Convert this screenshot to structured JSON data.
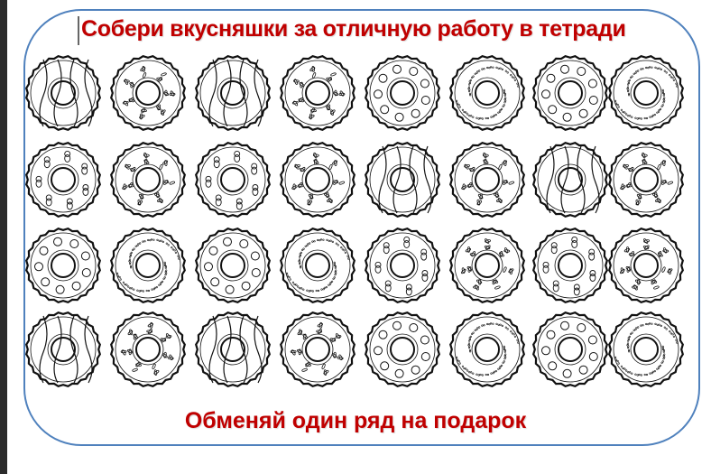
{
  "title": "Собери вкусняшки за отличную работу в тетради",
  "footer": "Обменяй один ряд на подарок",
  "colors": {
    "text": "#c00000",
    "frame": "#4f81bd"
  },
  "donut_grid": [
    [
      "striped",
      "sprinkles",
      "striped",
      "sprinkles",
      "dots",
      "speckled",
      "dots",
      "speckled"
    ],
    [
      "bears",
      "sprinkles",
      "bears",
      "sprinkles",
      "striped",
      "sprinkles",
      "striped",
      "sprinkles"
    ],
    [
      "dots",
      "speckled",
      "dots",
      "speckled",
      "bears",
      "sprinkles",
      "bears",
      "sprinkles"
    ],
    [
      "striped",
      "sprinkles",
      "striped",
      "sprinkles",
      "dots",
      "speckled",
      "dots",
      "speckled"
    ]
  ]
}
